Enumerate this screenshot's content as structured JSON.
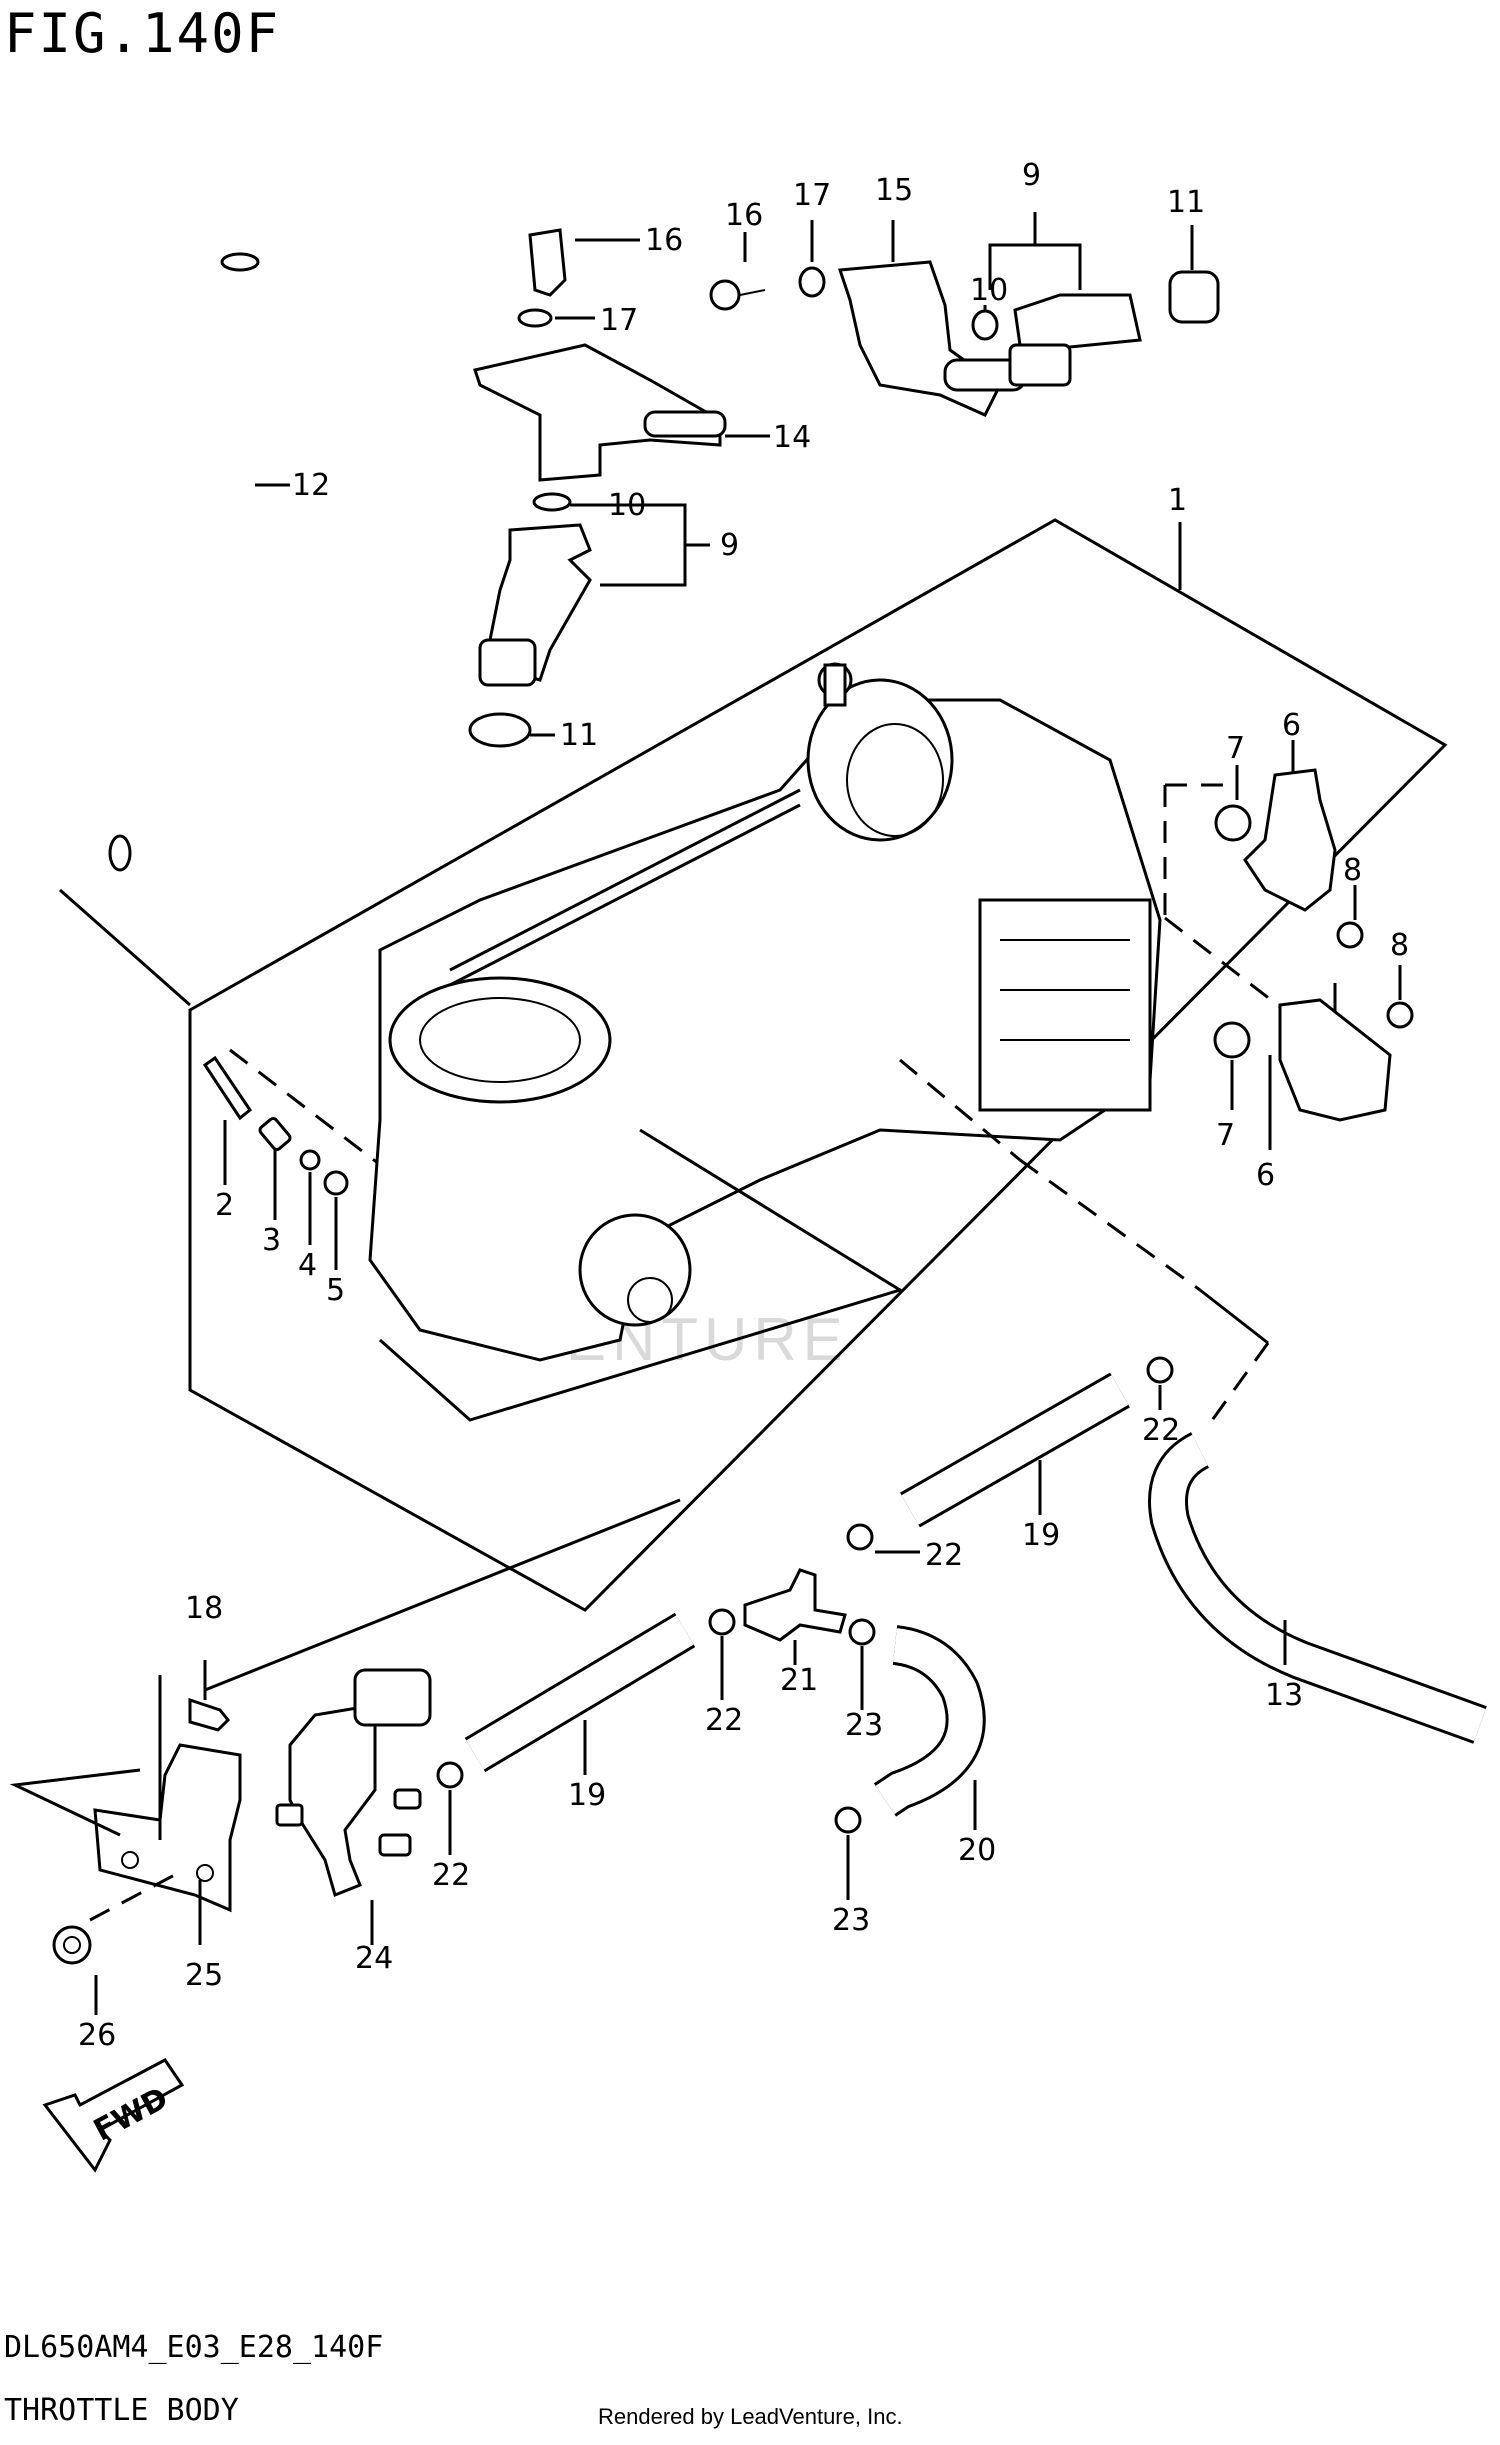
{
  "figure": {
    "title": "FIG.140F",
    "code": "DL650AM4_E03_E28_140F",
    "name": "THROTTLE BODY",
    "credit": "Rendered by LeadVenture, Inc.",
    "watermark": "VENTURE"
  },
  "callouts": {
    "c1": "1",
    "c2": "2",
    "c3": "3",
    "c4": "4",
    "c5": "5",
    "c6a": "6",
    "c6b": "6",
    "c7a": "7",
    "c7b": "7",
    "c8a": "8",
    "c8b": "8",
    "c9a": "9",
    "c9b": "9",
    "c10a": "10",
    "c10b": "10",
    "c11a": "11",
    "c11b": "11",
    "c12": "12",
    "c13": "13",
    "c14": "14",
    "c15": "15",
    "c16a": "16",
    "c16b": "16",
    "c17a": "17",
    "c17b": "17",
    "c18": "18",
    "c19a": "19",
    "c19b": "19",
    "c20": "20",
    "c21": "21",
    "c22a": "22",
    "c22b": "22",
    "c22c": "22",
    "c22d": "22",
    "c23a": "23",
    "c23b": "23",
    "c24": "24",
    "c25": "25",
    "c26": "26"
  },
  "fwd": "FWD",
  "colors": {
    "ink": "#000000",
    "paper": "#ffffff",
    "watermark": "#d9d9d9"
  }
}
